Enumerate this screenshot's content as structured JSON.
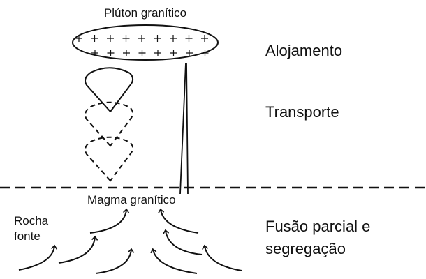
{
  "labels": {
    "pluton": "Plúton granítico",
    "emplacement": "Alojamento",
    "transport": "Transporte",
    "partial_melting_line1": "Fusão parcial e",
    "partial_melting_line2": "segregação",
    "magma": "Magma granítico",
    "source_rock_line1": "Rocha",
    "source_rock_line2": "fonte"
  },
  "colors": {
    "ink": "#111111",
    "background": "#ffffff"
  }
}
